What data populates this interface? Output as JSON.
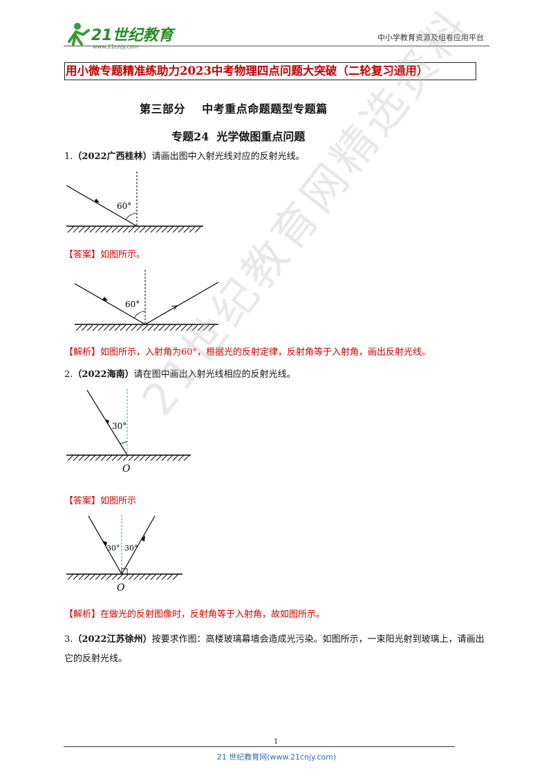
{
  "header": {
    "logo_text": "21世纪教育",
    "logo_url": "www.21cnjy.com",
    "right_text": "中小学教育资源及组卷应用平台"
  },
  "banner": "用小微专题精准练助力2023中考物理四点问题大突破（二轮复习通用）",
  "part_title": "第三部分    中考重点命题题型专题篇",
  "topic_title": "专题24  光学做图重点问题",
  "q1": {
    "num": "1.",
    "source": "（2022广西桂林）",
    "text": "请画出图中入射光线对应的反射光线。",
    "angle_label": "60°",
    "answer_tag": "【答案】",
    "answer_text": "如图所示。",
    "answer_angle_label": "60°",
    "analysis_tag": "【解析】",
    "analysis_text": "如图所示，入射角为60°，根据光的反射定律，反射角等于入射角，画出反射光线。"
  },
  "q2": {
    "num": "2.",
    "source": "（2022海南）",
    "text": "请在图中画出入射光线相应的反射光线。",
    "angle_label": "30°",
    "point_label": "O",
    "answer_tag": "【答案】",
    "answer_text": "如图所示",
    "answer_angle_left": "30°",
    "answer_angle_right": "30°",
    "answer_point_label": "O",
    "analysis_tag": "【解析】",
    "analysis_text": "在做光的反射图像时，反射角等于入射角，故如图所示。"
  },
  "q3": {
    "num": "3.",
    "source": "（2022江苏徐州）",
    "text": "按要求作图：高楼玻璃幕墙会造成光污染。如图所示，一束阳光射到玻璃上，请画出它的反射光线。"
  },
  "watermark": "21世纪教育网精选资料",
  "footer": {
    "page": "1",
    "text": "21 世纪教育网(www.21cnjy.com)"
  }
}
